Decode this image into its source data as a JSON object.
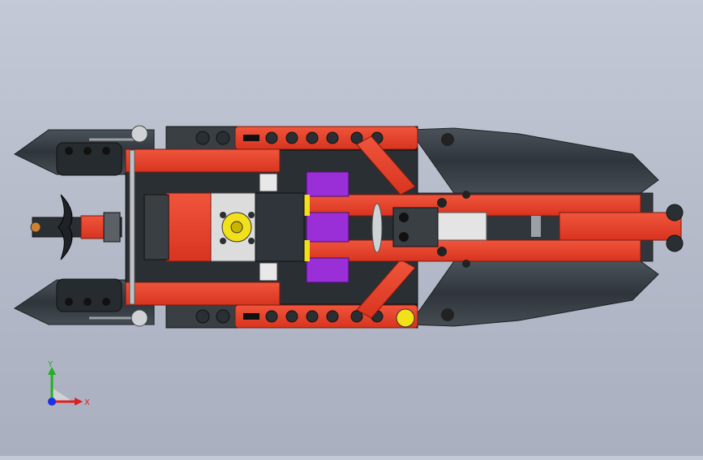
{
  "viewport": {
    "model_name": "lego-technic-boat-top-view"
  },
  "triad": {
    "x_label": "X",
    "y_label": "Y"
  },
  "colors": {
    "background_top": "#c4c9d6",
    "background_bottom": "#a9afbf",
    "hull_dark": "#3a4148",
    "beam_red": "#e8402a",
    "connector_purple": "#9a2fd8",
    "accent_yellow": "#f2e01a",
    "light_gray": "#cfd2d4",
    "axis_x": "#e02020",
    "axis_y": "#20b020",
    "axis_z": "#2030e0"
  }
}
